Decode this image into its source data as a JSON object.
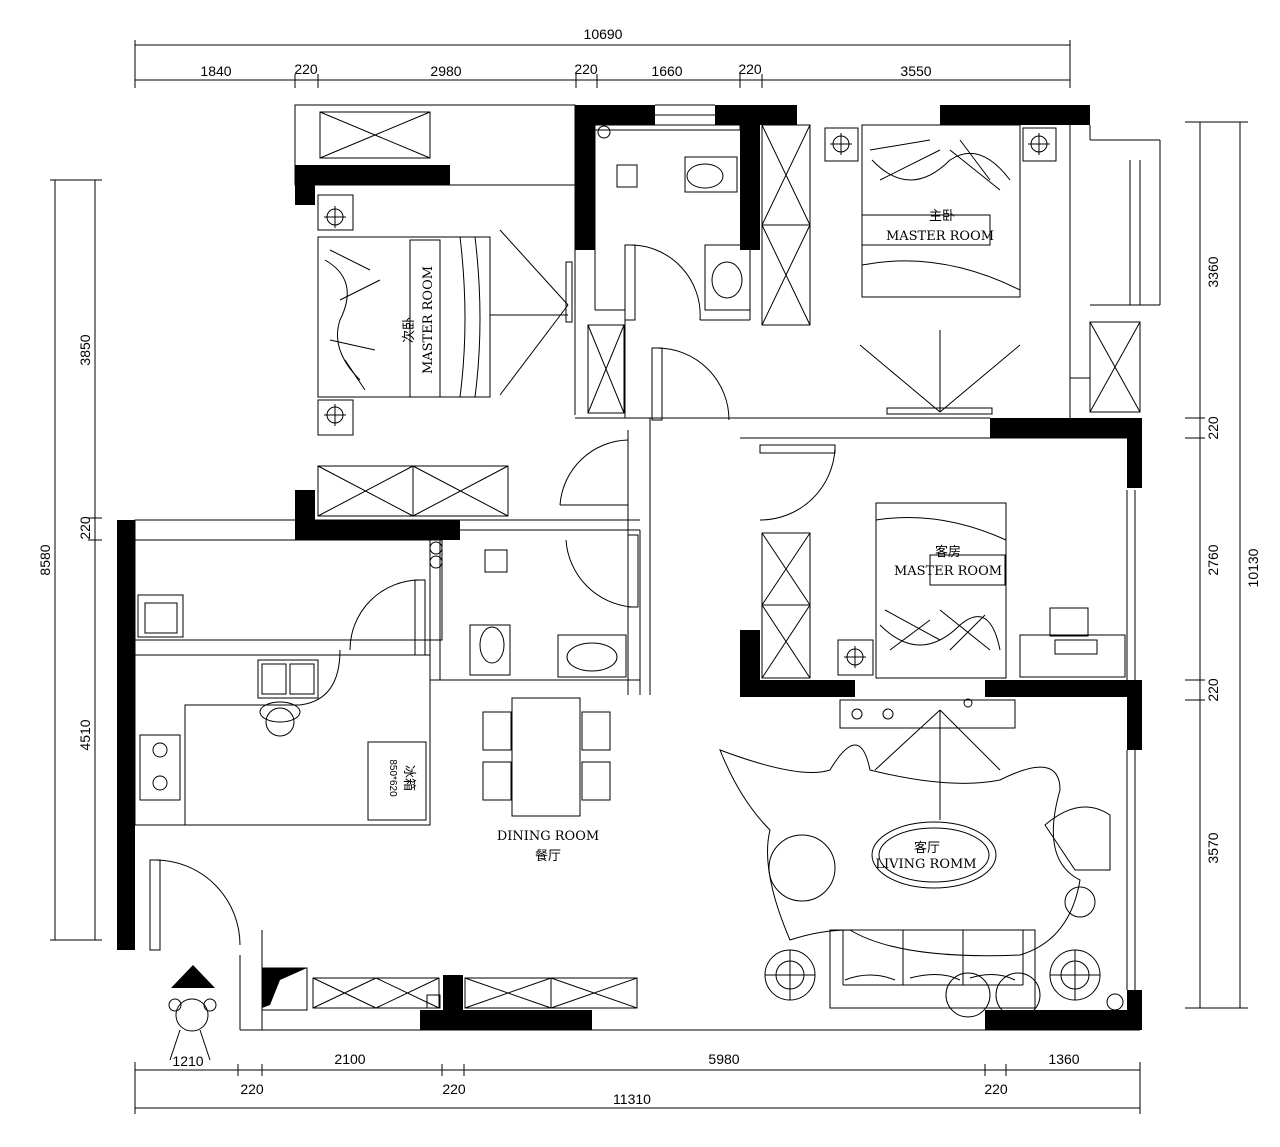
{
  "dimensions": {
    "top_total": "10690",
    "top_segments": [
      "1840",
      "220",
      "2980",
      "220",
      "1660",
      "220",
      "3550"
    ],
    "bottom_segments_upper": [
      "1210",
      "2100",
      "5980",
      "1360"
    ],
    "bottom_segments_lower": [
      "220",
      "220",
      "220"
    ],
    "bottom_total": "11310",
    "left_total": "8580",
    "left_segments": [
      "3850",
      "220",
      "4510"
    ],
    "right_total": "10130",
    "right_segments": [
      "3360",
      "220",
      "2760",
      "220",
      "3570"
    ]
  },
  "rooms": {
    "bedroom_second_cn": "次卧",
    "bedroom_second_en": "MASTER ROOM",
    "master_cn": "主卧",
    "master_en": "MASTER ROOM",
    "guest_cn": "客房",
    "guest_en": "MASTER ROOM",
    "dining_en": "DINING ROOM",
    "dining_cn": "餐厅",
    "living_cn": "客厅",
    "living_en": "LIVING ROMM",
    "fridge_label": "冰箱",
    "fridge_size": "850*620"
  }
}
